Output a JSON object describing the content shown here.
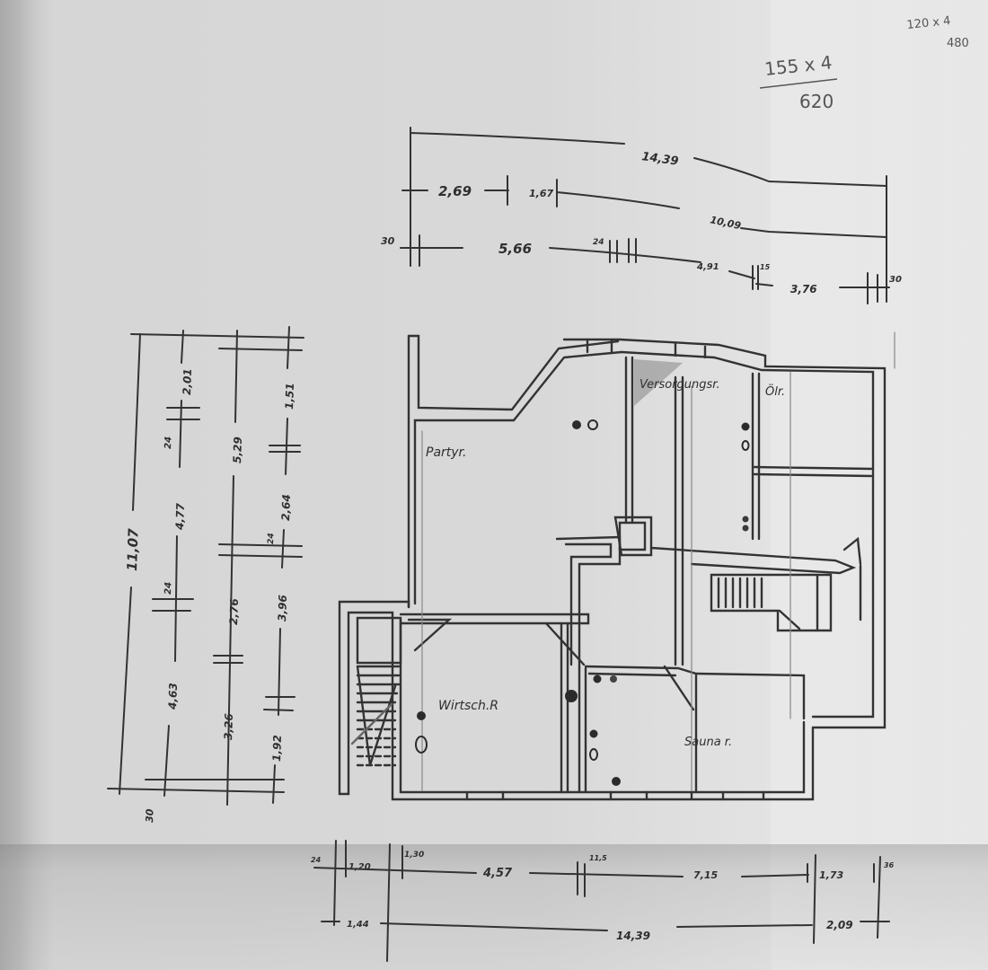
{
  "document": {
    "type": "hand-drawn floor plan sketch",
    "medium": "pencil on folded paper, black & white photo"
  },
  "notes": {
    "calc_top": {
      "line1": "155 x 4",
      "line2": "620"
    },
    "calc_corner": {
      "line1": "120 x 4",
      "line2": "480"
    }
  },
  "rooms": [
    {
      "id": "partyraum",
      "label": "Partyr."
    },
    {
      "id": "versorgung",
      "label": "Versorgungsr."
    },
    {
      "id": "oelraum",
      "label": "Ölr."
    },
    {
      "id": "wirtschaftsraum",
      "label": "Wirtsch.R"
    },
    {
      "id": "saunaraum",
      "label": "Sauna r."
    }
  ],
  "dimensions": {
    "top": {
      "overall": "14,39",
      "row2": [
        "2,69",
        "1,67",
        "10,09"
      ],
      "row3": [
        "30",
        "5,66",
        "24",
        "4,91",
        "15",
        "3,76",
        "30"
      ]
    },
    "left": {
      "overall": "11,07",
      "col1": [
        "2,01",
        "24",
        "4,77",
        "24",
        "4,63"
      ],
      "col2": [
        "5,29",
        "2,76",
        "3,26"
      ],
      "col3": [
        "1,51",
        "2,64",
        "24",
        "3,96",
        "1,92"
      ],
      "bottom_wall": "30"
    },
    "bottom": {
      "row1": [
        "24",
        "1,20",
        "1,30",
        "4,57",
        "11,5",
        "7,15",
        "1,73",
        "36"
      ],
      "row2": [
        "1,44",
        "14,39",
        "2,09"
      ]
    }
  }
}
